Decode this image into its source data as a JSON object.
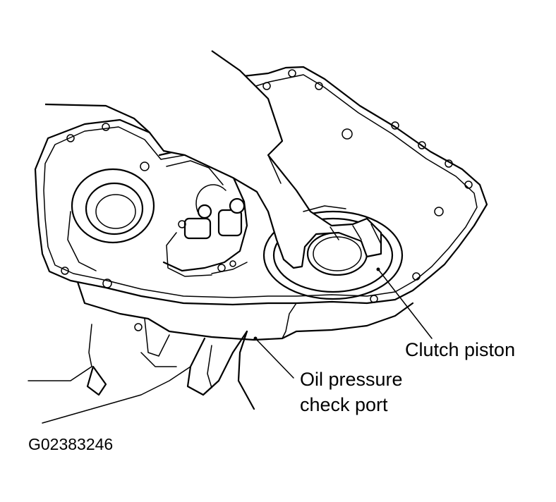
{
  "labels": {
    "clutch_piston": "Clutch piston",
    "oil_pressure_line1": "Oil pressure",
    "oil_pressure_line2": "check port"
  },
  "figure_id": "G02383246",
  "colors": {
    "ink": "#000000",
    "paper": "#ffffff"
  }
}
